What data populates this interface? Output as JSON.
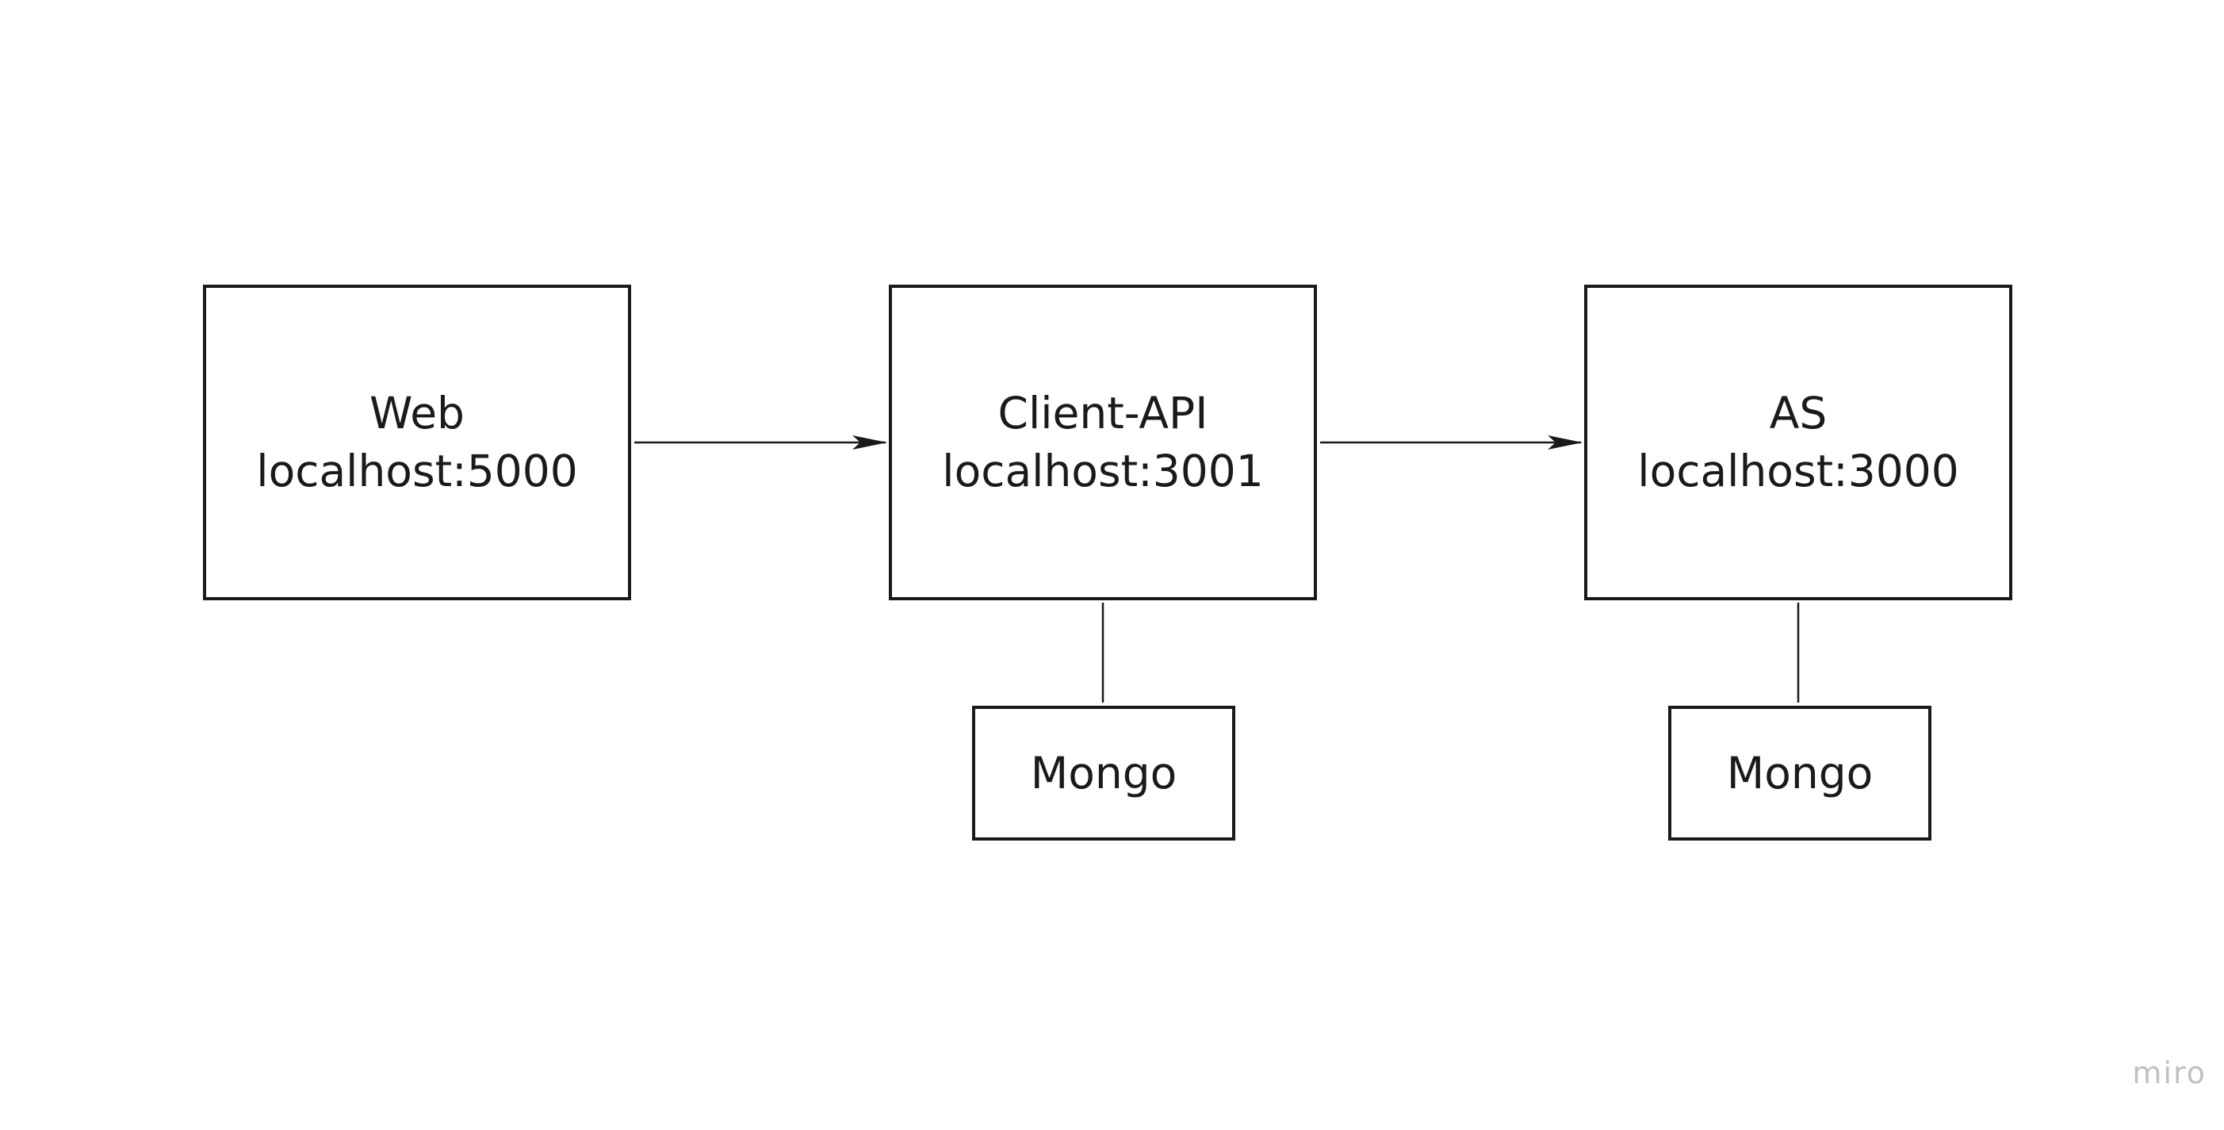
{
  "nodes": {
    "web": {
      "name": "Web",
      "address": "localhost:5000"
    },
    "client_api": {
      "name": "Client-API",
      "address": "localhost:3001"
    },
    "as": {
      "name": "AS",
      "address": "localhost:3000"
    },
    "mongo_client": {
      "name": "Mongo"
    },
    "mongo_as": {
      "name": "Mongo"
    }
  },
  "edges": [
    {
      "from": "web",
      "to": "client_api",
      "style": "arrow"
    },
    {
      "from": "client_api",
      "to": "as",
      "style": "arrow"
    },
    {
      "from": "client_api",
      "to": "mongo_client",
      "style": "line"
    },
    {
      "from": "as",
      "to": "mongo_as",
      "style": "line"
    }
  ],
  "watermark": "miro",
  "colors": {
    "stroke": "#1a1a1a",
    "background": "#ffffff",
    "watermark": "#c0c0c0"
  }
}
